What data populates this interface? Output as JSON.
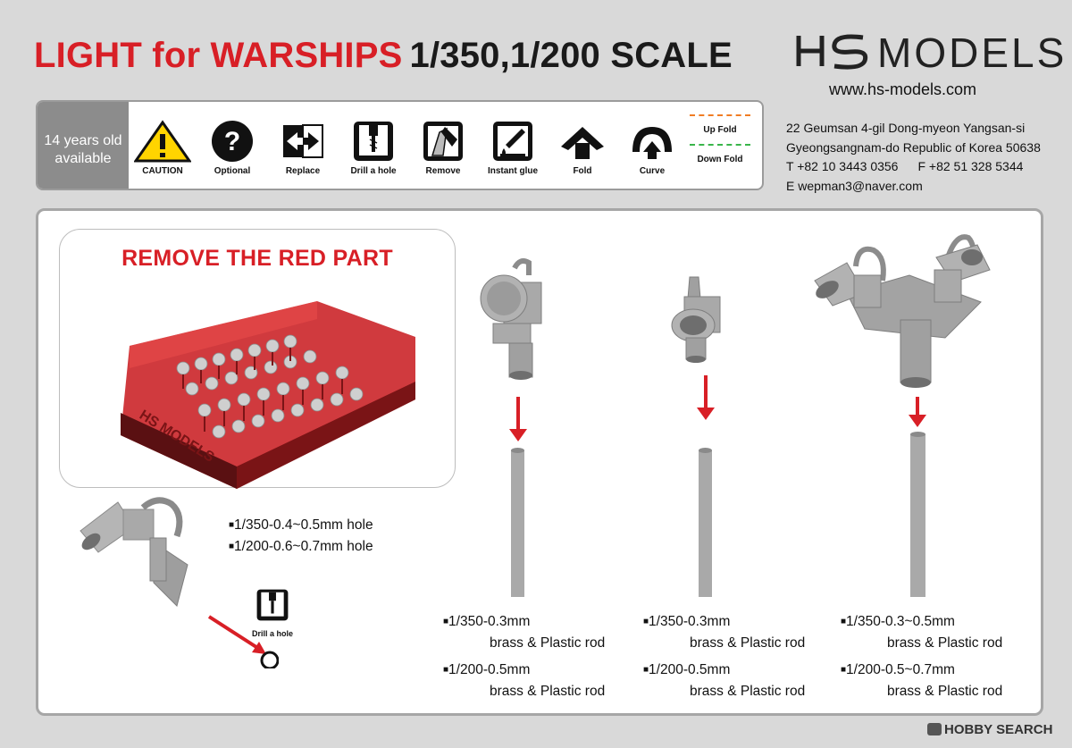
{
  "header": {
    "title_red": "LIGHT for WARSHIPS",
    "title_dark": "1/350,1/200 SCALE",
    "brand": "MODELS",
    "url": "www.hs-models.com"
  },
  "icon_bar": {
    "age": [
      "14 years old",
      "available"
    ],
    "icons": [
      {
        "name": "caution-icon",
        "label": "CAUTION"
      },
      {
        "name": "optional-icon",
        "label": "Optional"
      },
      {
        "name": "replace-icon",
        "label": "Replace"
      },
      {
        "name": "drill-icon",
        "label": "Drill a hole"
      },
      {
        "name": "remove-icon",
        "label": "Remove"
      },
      {
        "name": "glue-icon",
        "label": "Instant glue"
      },
      {
        "name": "fold-icon",
        "label": "Fold"
      },
      {
        "name": "curve-icon",
        "label": "Curve"
      }
    ],
    "up_fold": "Up Fold",
    "down_fold": "Down Fold",
    "colors": {
      "up_fold": "#f07d24",
      "down_fold": "#39b54a"
    }
  },
  "address": {
    "line1": "22 Geumsan 4-gil Dong-myeon Yangsan-si",
    "line2": "Gyeongsangnam-do Republic of Korea 50638",
    "tel": "T  +82 10 3443 0356",
    "fax": "F  +82 51 328 5344",
    "email": "E  wepman3@naver.com"
  },
  "remove_box": {
    "title": "REMOVE THE RED PART",
    "tray_text": "HS MODELS"
  },
  "hole_spec": {
    "line1": "1/350-0.4~0.5mm hole",
    "line2": "1/200-0.6~0.7mm hole",
    "drill_label": "Drill a hole"
  },
  "rods": [
    {
      "s350": "1/350-0.3mm",
      "s350_mat": "brass & Plastic rod",
      "s200": "1/200-0.5mm",
      "s200_mat": "brass & Plastic rod"
    },
    {
      "s350": "1/350-0.3mm",
      "s350_mat": "brass & Plastic rod",
      "s200": "1/200-0.5mm",
      "s200_mat": "brass & Plastic rod"
    },
    {
      "s350": "1/350-0.3~0.5mm",
      "s350_mat": "brass & Plastic rod",
      "s200": "1/200-0.5~0.7mm",
      "s200_mat": "brass & Plastic rod"
    }
  ],
  "watermark": "HOBBY SEARCH",
  "accent_red": "#d81f26"
}
